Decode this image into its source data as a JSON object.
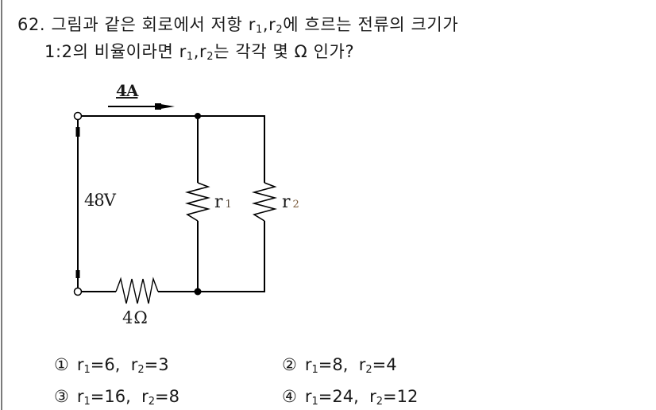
{
  "question": {
    "number": "62.",
    "line1": {
      "pre": "그림과 같은 회로에서 저항 r",
      "sub1": "1",
      "mid": ",r",
      "sub2": "2",
      "post": "에 흐르는 전류의 크기가"
    },
    "line2": {
      "pre": "1:2의 비율이라면 r",
      "sub1": "1",
      "mid": ",r",
      "sub2": "2",
      "post": "는 각각 몇 Ω 인가?"
    }
  },
  "circuit": {
    "current_label": "4A",
    "voltage_label": "48V",
    "r1_label": "r",
    "r1_sub": "1",
    "r2_label": "r",
    "r2_sub": "2",
    "series_resistor_label": "4Ω"
  },
  "options": [
    {
      "marker": "①",
      "r1_name": "r",
      "r1_sub": "1",
      "r1_value": "=6,",
      "r2_name": "r",
      "r2_sub": "2",
      "r2_value": "=3"
    },
    {
      "marker": "②",
      "r1_name": "r",
      "r1_sub": "1",
      "r1_value": "=8,",
      "r2_name": "r",
      "r2_sub": "2",
      "r2_value": "=4"
    },
    {
      "marker": "③",
      "r1_name": "r",
      "r1_sub": "1",
      "r1_value": "=16,",
      "r2_name": "r",
      "r2_sub": "2",
      "r2_value": "=8"
    },
    {
      "marker": "④",
      "r1_name": "r",
      "r1_sub": "1",
      "r1_value": "=24,",
      "r2_name": "r",
      "r2_sub": "2",
      "r2_value": "=12"
    }
  ]
}
